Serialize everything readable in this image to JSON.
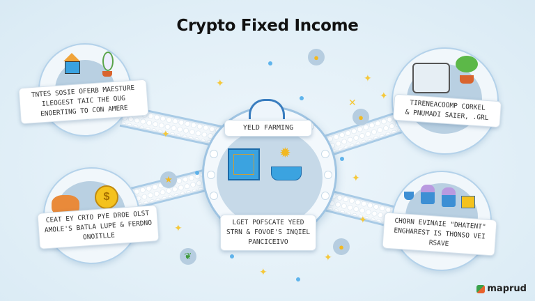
{
  "header": {
    "title": "Crypto Fixed Income"
  },
  "center_node": {
    "label": "YELD FARMING",
    "caption_lines": [
      "LGET POFSCATE YEED",
      "STRN & FOVOE'S INQIEL",
      "PANCICEIVO"
    ],
    "icons": [
      "bank-dome-icon",
      "maze-chip-icon",
      "potted-sunflower-icon"
    ]
  },
  "nodes": [
    {
      "position": "top-left",
      "caption_lines": [
        "TNTES SOSIE OFERB MAESTURE",
        "ILEOGEST TAIC THE OUG",
        "ENOERTING TO CON AMERE"
      ],
      "icons": [
        "house-icon",
        "potted-plant-icon"
      ]
    },
    {
      "position": "top-right",
      "caption_lines": [
        "TIRENEACOOMP CORKEL",
        "& PNUMADI SAIER, .GRL"
      ],
      "icons": [
        "truck-icon",
        "bonsai-tree-icon"
      ]
    },
    {
      "position": "bottom-left",
      "caption_lines": [
        "CEAT EY CRTO PYE DROE OLST",
        "AMOLE'S BATLA LUPE & FERDNO",
        "ONOITLLE"
      ],
      "icons": [
        "farmer-character-icon",
        "dollar-coin-icon"
      ]
    },
    {
      "position": "bottom-right",
      "caption_lines": [
        "CHORN EVINAIE \"DHATENT\"",
        "ENGHAREST IS THONSO VEI RSAVE"
      ],
      "icons": [
        "pot-icon",
        "cupcake-icon",
        "cupcake-icon",
        "gift-box-icon"
      ]
    }
  ],
  "badges": [
    {
      "icon": "gold-coin-icon",
      "glyph": "●"
    },
    {
      "icon": "gold-coin-icon",
      "glyph": "●"
    },
    {
      "icon": "star-icon",
      "glyph": "★"
    },
    {
      "icon": "leaf-icon",
      "glyph": "❦"
    },
    {
      "icon": "coin-face-icon",
      "glyph": "●"
    }
  ],
  "logo": {
    "text": "maprud",
    "accent_colors": [
      "#3aa14a",
      "#e8612c"
    ]
  },
  "colors": {
    "background": "#e3f0f8",
    "ring": "#b4d2ea",
    "inner_disc": "#b9d0e2",
    "star": "#f5c83a",
    "sparkle_blue": "#5fb4ec"
  }
}
